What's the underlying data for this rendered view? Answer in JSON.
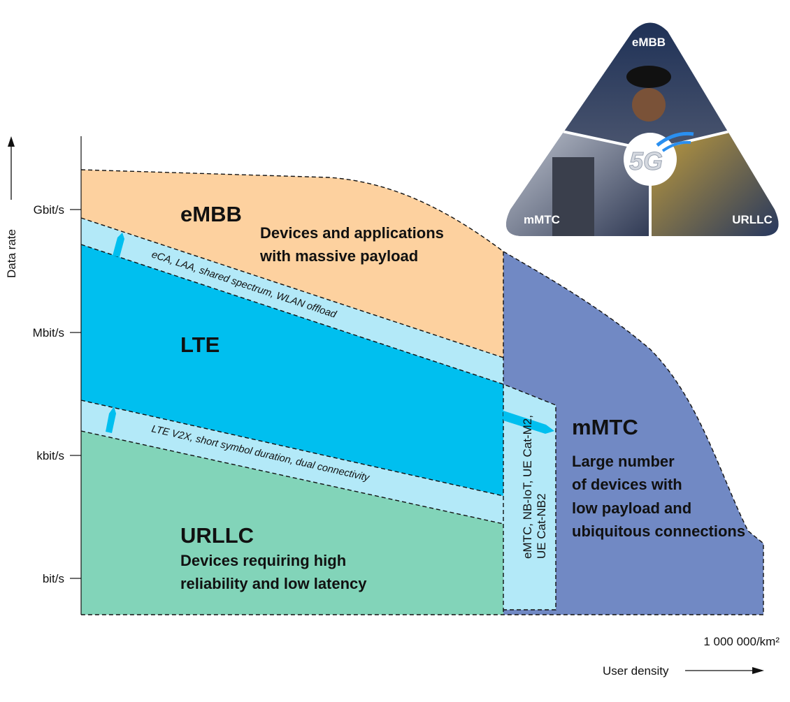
{
  "axes": {
    "y_label": "Data rate",
    "y_ticks": [
      "Gbit/s",
      "Mbit/s",
      "kbit/s",
      "bit/s"
    ],
    "x_label": "User density",
    "x_max_label": "1 000 000/km²"
  },
  "regions": {
    "embb": {
      "title": "eMBB",
      "desc": [
        "Devices and applications",
        "with massive payload"
      ],
      "color": "#FDD19F"
    },
    "lte": {
      "title": "LTE",
      "color": "#00BFEF"
    },
    "urllc": {
      "title": "URLLC",
      "desc": [
        "Devices requiring high",
        "reliability and low latency"
      ],
      "color": "#82D4B9"
    },
    "mmtc": {
      "title": "mMTC",
      "desc": [
        "Large number",
        "of devices with",
        "low payload and",
        "ubiquitous connections"
      ],
      "color": "#7189C4"
    }
  },
  "bands": {
    "upper": "eCA, LAA, shared spectrum, WLAN offload",
    "lower": "LTE V2X, short symbol duration, dual connectivity",
    "strip": [
      "eMTC, NB-IoT, UE Cat-M2,",
      "UE Cat-NB2"
    ],
    "color": "#B3E9F8"
  },
  "inset": {
    "labels": [
      "eMBB",
      "mMTC",
      "URLLC"
    ],
    "center": "5G"
  }
}
